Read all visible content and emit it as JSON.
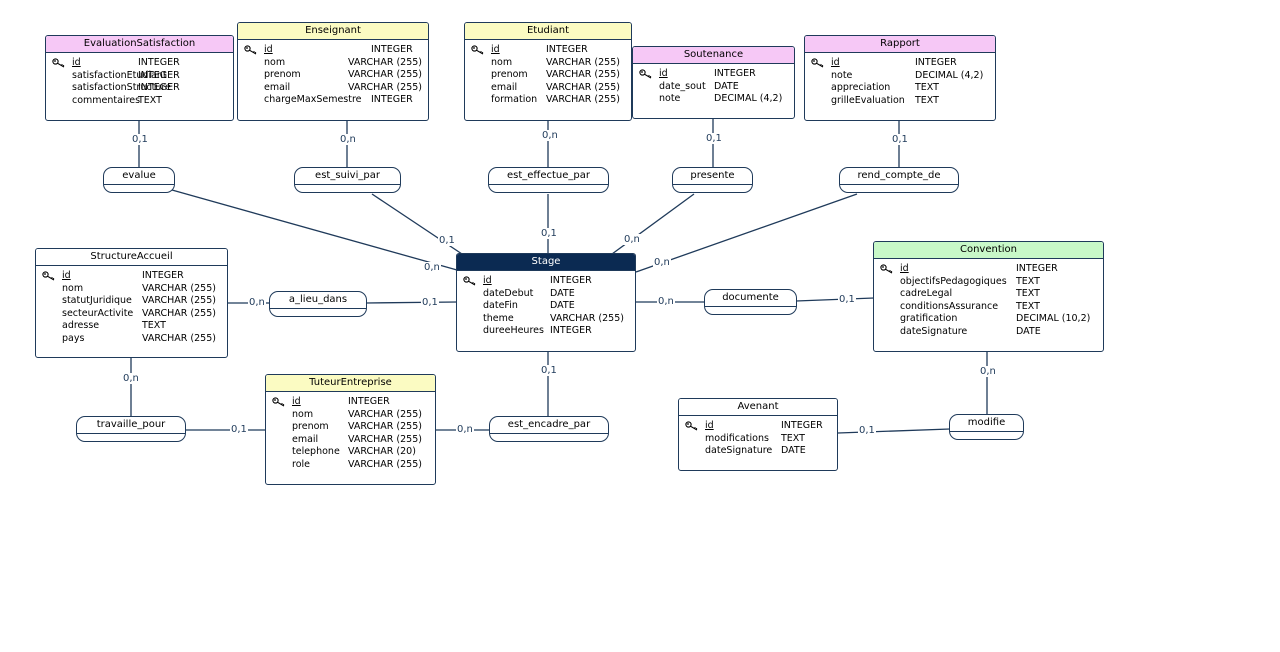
{
  "colors": {
    "line": "#1f3a5a",
    "pink": "#f6c8f6",
    "yellow": "#fbfbc2",
    "green": "#c8f8c8",
    "dark": "#0b2a52",
    "white": "#ffffff"
  },
  "entities": [
    {
      "id": "EvaluationSatisfaction",
      "name": "EvaluationSatisfaction",
      "color": "pink",
      "fields": [
        {
          "name": "id",
          "type": "INTEGER",
          "pk": true
        },
        {
          "name": "satisfactionEtudiant",
          "type": "INTEGER"
        },
        {
          "name": "satisfactionStructure",
          "type": "INTEGER"
        },
        {
          "name": "commentaires",
          "type": "TEXT"
        }
      ]
    },
    {
      "id": "Enseignant",
      "name": "Enseignant",
      "color": "yellow",
      "fields": [
        {
          "name": "id",
          "type": "INTEGER",
          "pk": true
        },
        {
          "name": "nom",
          "type": "VARCHAR (255)"
        },
        {
          "name": "prenom",
          "type": "VARCHAR (255)"
        },
        {
          "name": "email",
          "type": "VARCHAR (255)"
        },
        {
          "name": "chargeMaxSemestre",
          "type": "INTEGER"
        }
      ]
    },
    {
      "id": "Etudiant",
      "name": "Etudiant",
      "color": "yellow",
      "fields": [
        {
          "name": "id",
          "type": "INTEGER",
          "pk": true
        },
        {
          "name": "nom",
          "type": "VARCHAR (255)"
        },
        {
          "name": "prenom",
          "type": "VARCHAR (255)"
        },
        {
          "name": "email",
          "type": "VARCHAR (255)"
        },
        {
          "name": "formation",
          "type": "VARCHAR (255)"
        }
      ]
    },
    {
      "id": "Soutenance",
      "name": "Soutenance",
      "color": "pink",
      "fields": [
        {
          "name": "id",
          "type": "INTEGER",
          "pk": true
        },
        {
          "name": "date_sout",
          "type": "DATE"
        },
        {
          "name": "note",
          "type": "DECIMAL (4,2)"
        }
      ]
    },
    {
      "id": "Rapport",
      "name": "Rapport",
      "color": "pink",
      "fields": [
        {
          "name": "id",
          "type": "INTEGER",
          "pk": true
        },
        {
          "name": "note",
          "type": "DECIMAL (4,2)"
        },
        {
          "name": "appreciation",
          "type": "TEXT"
        },
        {
          "name": "grilleEvaluation",
          "type": "TEXT"
        }
      ]
    },
    {
      "id": "StructureAccueil",
      "name": "StructureAccueil",
      "color": "white",
      "fields": [
        {
          "name": "id",
          "type": "INTEGER",
          "pk": true
        },
        {
          "name": "nom",
          "type": "VARCHAR (255)"
        },
        {
          "name": "statutJuridique",
          "type": "VARCHAR (255)"
        },
        {
          "name": "secteurActivite",
          "type": "VARCHAR (255)"
        },
        {
          "name": "adresse",
          "type": "TEXT"
        },
        {
          "name": "pays",
          "type": "VARCHAR (255)"
        }
      ]
    },
    {
      "id": "Stage",
      "name": "Stage",
      "color": "dark",
      "fields": [
        {
          "name": "id",
          "type": "INTEGER",
          "pk": true
        },
        {
          "name": "dateDebut",
          "type": "DATE"
        },
        {
          "name": "dateFin",
          "type": "DATE"
        },
        {
          "name": "theme",
          "type": "VARCHAR (255)"
        },
        {
          "name": "dureeHeures",
          "type": "INTEGER"
        }
      ]
    },
    {
      "id": "Convention",
      "name": "Convention",
      "color": "green",
      "fields": [
        {
          "name": "id",
          "type": "INTEGER",
          "pk": true
        },
        {
          "name": "objectifsPedagogiques",
          "type": "TEXT"
        },
        {
          "name": "cadreLegal",
          "type": "TEXT"
        },
        {
          "name": "conditionsAssurance",
          "type": "TEXT"
        },
        {
          "name": "gratification",
          "type": "DECIMAL (10,2)"
        },
        {
          "name": "dateSignature",
          "type": "DATE"
        }
      ]
    },
    {
      "id": "TuteurEntreprise",
      "name": "TuteurEntreprise",
      "color": "yellow",
      "fields": [
        {
          "name": "id",
          "type": "INTEGER",
          "pk": true
        },
        {
          "name": "nom",
          "type": "VARCHAR (255)"
        },
        {
          "name": "prenom",
          "type": "VARCHAR (255)"
        },
        {
          "name": "email",
          "type": "VARCHAR (255)"
        },
        {
          "name": "telephone",
          "type": "VARCHAR (20)"
        },
        {
          "name": "role",
          "type": "VARCHAR (255)"
        }
      ]
    },
    {
      "id": "Avenant",
      "name": "Avenant",
      "color": "white",
      "fields": [
        {
          "name": "id",
          "type": "INTEGER",
          "pk": true
        },
        {
          "name": "modifications",
          "type": "TEXT"
        },
        {
          "name": "dateSignature",
          "type": "DATE"
        }
      ]
    }
  ],
  "associations": [
    {
      "id": "evalue",
      "name": "evalue"
    },
    {
      "id": "est_suivi_par",
      "name": "est_suivi_par"
    },
    {
      "id": "est_effectue_par",
      "name": "est_effectue_par"
    },
    {
      "id": "presente",
      "name": "presente"
    },
    {
      "id": "rend_compte_de",
      "name": "rend_compte_de"
    },
    {
      "id": "a_lieu_dans",
      "name": "a_lieu_dans"
    },
    {
      "id": "documente",
      "name": "documente"
    },
    {
      "id": "travaille_pour",
      "name": "travaille_pour"
    },
    {
      "id": "est_encadre_par",
      "name": "est_encadre_par"
    },
    {
      "id": "modifie",
      "name": "modifie"
    }
  ],
  "cardinalities": [
    {
      "id": "c1",
      "text": "0,1"
    },
    {
      "id": "c2",
      "text": "0,n"
    },
    {
      "id": "c3",
      "text": "0,n"
    },
    {
      "id": "c4",
      "text": "0,1"
    },
    {
      "id": "c5",
      "text": "0,n"
    },
    {
      "id": "c6",
      "text": "0,1"
    },
    {
      "id": "c7",
      "text": "0,1"
    },
    {
      "id": "c8",
      "text": "0,n"
    },
    {
      "id": "c9",
      "text": "0,1"
    },
    {
      "id": "c10",
      "text": "0,n"
    },
    {
      "id": "c11",
      "text": "0,n"
    },
    {
      "id": "c12",
      "text": "0,1"
    },
    {
      "id": "c13",
      "text": "0,n"
    },
    {
      "id": "c14",
      "text": "0,1"
    },
    {
      "id": "c15",
      "text": "0,n"
    },
    {
      "id": "c16",
      "text": "0,1"
    },
    {
      "id": "c17",
      "text": "0,1"
    },
    {
      "id": "c18",
      "text": "0,n"
    },
    {
      "id": "c19",
      "text": "0,n"
    },
    {
      "id": "c20",
      "text": "0,1"
    }
  ]
}
